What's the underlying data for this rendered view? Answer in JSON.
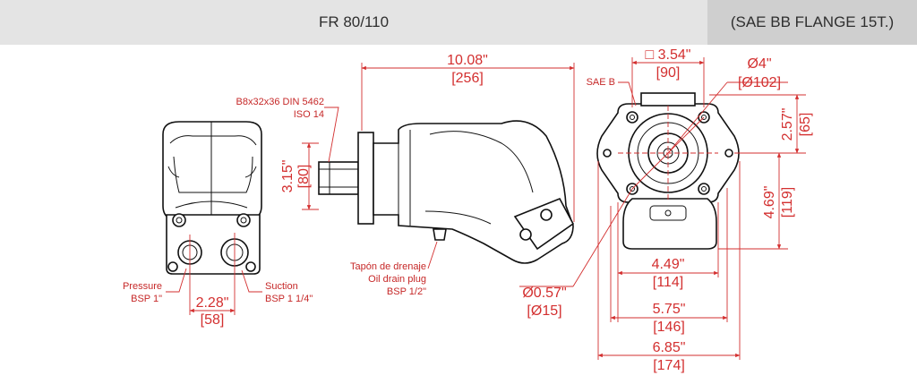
{
  "header": {
    "title": "FR 80/110",
    "flange": "(SAE BB FLANGE 15T.)"
  },
  "colors": {
    "dimension": "#d32f2f",
    "header_bg": "#e4e4e4",
    "header_bg_dark": "#cfcfcf"
  },
  "labels": {
    "spline_1": "B8x32x36 DIN 5462",
    "spline_2": "ISO 14",
    "pressure_1": "Pressure",
    "pressure_2": "BSP 1\"",
    "suction_1": "Suction",
    "suction_2": "BSP 1 1/4\"",
    "drain_1": "Tapón de drenaje",
    "drain_2": "Oil drain plug",
    "drain_3": "BSP 1/2\"",
    "sae": "SAE B"
  },
  "dimensions": {
    "port_spacing_in": "2.28\"",
    "port_spacing_mm": "[58]",
    "shaft_height_in": "3.15\"",
    "shaft_height_mm": "[80]",
    "length_in": "10.08\"",
    "length_mm": "[256]",
    "square_in": "□ 3.54\"",
    "square_mm": "[90]",
    "pilot_dia_in": "Ø4\"",
    "pilot_dia_mm": "[Ø102]",
    "top_offset_in": "2.57\"",
    "top_offset_mm": "[65]",
    "bottom_offset_in": "4.69\"",
    "bottom_offset_mm": "[119]",
    "bolt_dia_in": "Ø0.57\"",
    "bolt_dia_mm": "[Ø15]",
    "width_449_in": "4.49\"",
    "width_449_mm": "[114]",
    "width_575_in": "5.75\"",
    "width_575_mm": "[146]",
    "width_685_in": "6.85\"",
    "width_685_mm": "[174]"
  }
}
